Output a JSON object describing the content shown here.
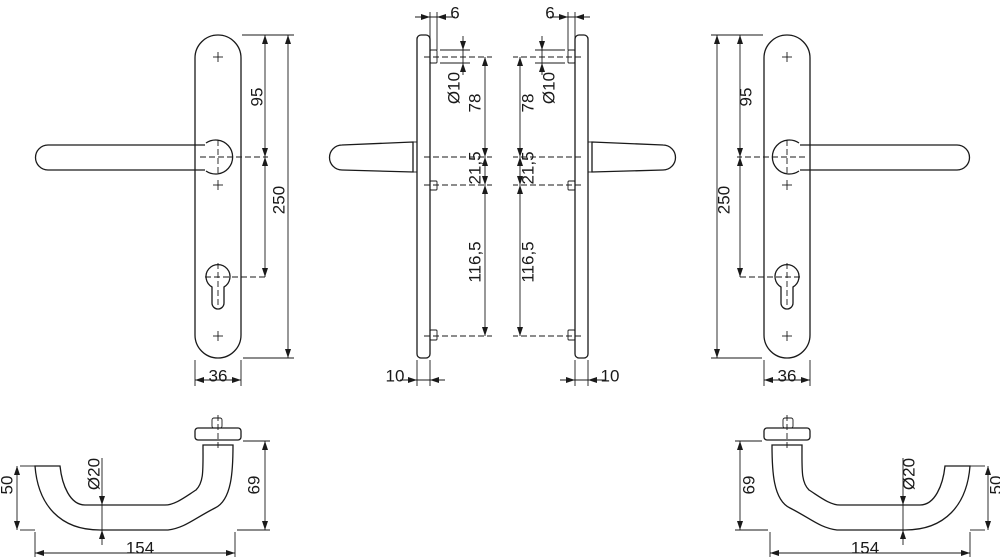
{
  "title": "Door handle set technical drawing",
  "dimensions": {
    "front_upper": "95",
    "front_total": "250",
    "front_width": "36",
    "side_pin_offset": "6",
    "side_pin_diameter": "Ø10",
    "side_upper": "78",
    "side_middle": "21,5",
    "side_lower": "116,5",
    "side_thickness": "10",
    "handle_drop": "50",
    "handle_height": "69",
    "handle_diameter": "Ø20",
    "handle_length": "154"
  }
}
